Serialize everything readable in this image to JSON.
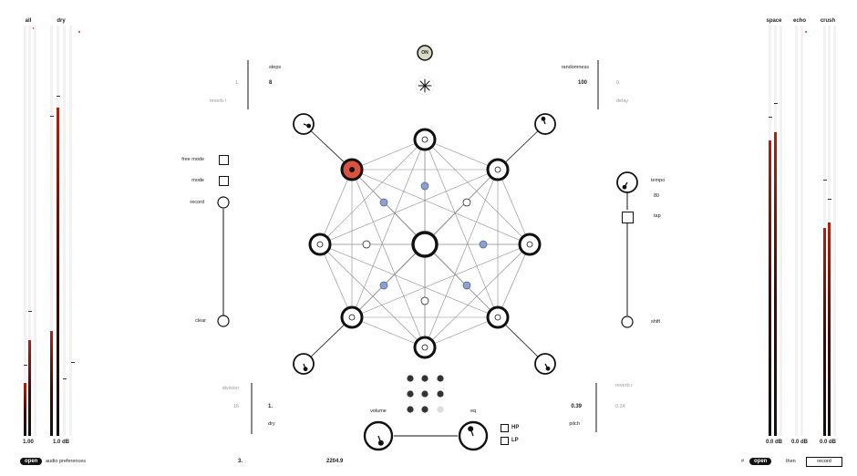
{
  "meters_left": {
    "labels": [
      "all",
      "dry"
    ],
    "values": [
      "1.00",
      "1.0 dB"
    ]
  },
  "meters_right": {
    "labels": [
      "space",
      "echo",
      "crush"
    ],
    "values": [
      "0.0 dB",
      "0.0 dB",
      "0.0 dB"
    ]
  },
  "top": {
    "on_label": "ON",
    "steps_label": "steps",
    "steps_value": "8",
    "steps_left_value": "1.",
    "reverb_label": "reverb l",
    "randomness_label": "randomness",
    "randomness_value": "100",
    "randomness_right_value": "0.",
    "delay_label": "delay"
  },
  "left_controls": {
    "free_mode": "free mode",
    "mode": "mode",
    "record": "record",
    "clear": "clear"
  },
  "right_controls": {
    "tempo": "tempo",
    "tempo_value": "80",
    "tap": "tap",
    "shift": "shift"
  },
  "bottom": {
    "division_label": "division",
    "division_value": "16",
    "dry_value": "1.",
    "dry_label": "dry",
    "volume_label": "volume",
    "eq_label": "eq",
    "hp_label": "HP",
    "lp_label": "LP",
    "pitch_value": "0.39",
    "pitch_label": "pitch",
    "reverb_r_label": "reverb r",
    "reverb_r_value": "0.24"
  },
  "footer": {
    "open_label": "open",
    "audio_preferences": "audio preferences",
    "value_3": "3.",
    "value_freq": "2204.9",
    "hash": "#",
    "open_label_2": "open",
    "then_label": "then",
    "record_label": "record"
  },
  "colors": {
    "active_node": "#d9533f",
    "blue_node": "#8aa1d1",
    "on_button": "#d9dac6"
  }
}
